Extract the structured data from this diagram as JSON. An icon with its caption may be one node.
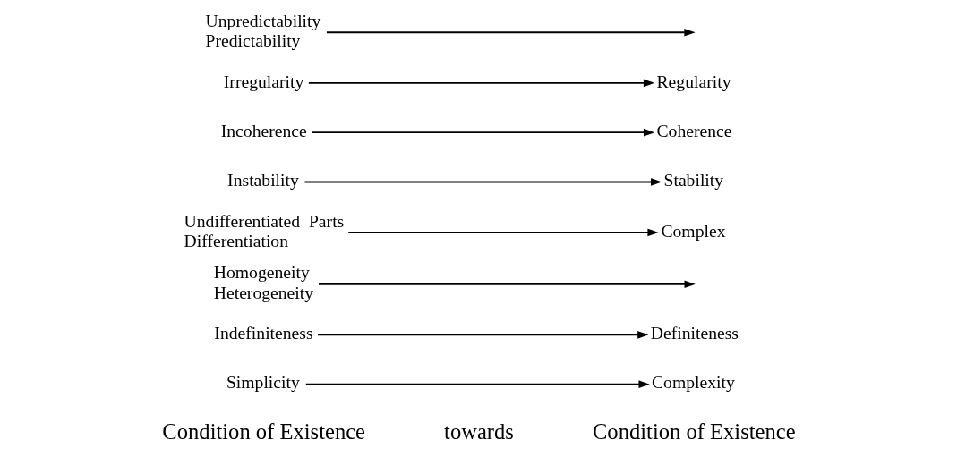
{
  "diagram": {
    "nodes": [
      {
        "text": [
          "Simplicity"
        ]
      },
      {
        "text": [
          "Complexity"
        ]
      },
      {
        "text": [
          "Indefiniteness"
        ]
      },
      {
        "text": [
          "Definiteness"
        ]
      },
      {
        "text": [
          "Homogeneity",
          "Heterogeneity"
        ]
      },
      {
        "text": [
          "Undifferentiated  Parts",
          "Differentiation"
        ]
      },
      {
        "text": [
          "Complex"
        ]
      },
      {
        "text": [
          "Instability"
        ]
      },
      {
        "text": [
          "Stability"
        ]
      },
      {
        "text": [
          "Incoherence"
        ]
      },
      {
        "text": [
          "Coherence"
        ]
      },
      {
        "text": [
          "Irregularity"
        ]
      },
      {
        "text": [
          "Regularity"
        ]
      },
      {
        "text": [
          "Unpredictability",
          "Predictability"
        ]
      }
    ],
    "edges": [
      {
        "from": 0,
        "to": 1,
        "arrow": "to"
      },
      {
        "from": 2,
        "to": 3,
        "arrow": "to"
      },
      {
        "from": 4,
        "to": null,
        "arrow": "to"
      },
      {
        "from": 5,
        "to": 6,
        "arrow": "to"
      },
      {
        "from": 7,
        "to": 8,
        "arrow": "to"
      },
      {
        "from": 9,
        "to": 10,
        "arrow": "to"
      },
      {
        "from": 11,
        "to": 12,
        "arrow": "to"
      },
      {
        "from": 13,
        "to": null,
        "arrow": "to"
      }
    ],
    "labels": [
      "Condition of Existence",
      "towards",
      "Condition of Existence"
    ]
  }
}
